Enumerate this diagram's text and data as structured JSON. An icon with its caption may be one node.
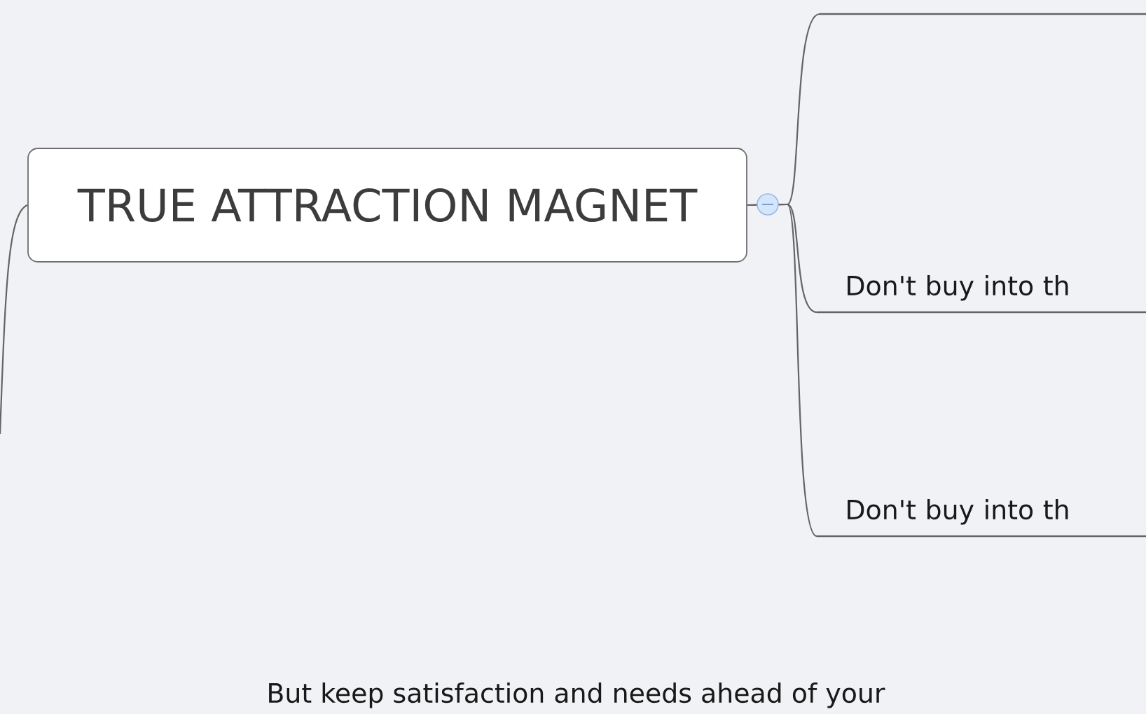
{
  "diagram": {
    "nodes": [
      {
        "text": [
          "TRUE ATTRACTION MAGNET"
        ]
      },
      {
        "text": [],
        "shape": "bar"
      },
      {
        "text": [
          "Don't buy into th"
        ]
      },
      {
        "text": [
          "Don't buy into th"
        ]
      }
    ],
    "edges": [
      {
        "from": null,
        "to": 0,
        "arrow": "none"
      },
      {
        "from": 0,
        "to": 1,
        "arrow": "none"
      },
      {
        "from": 0,
        "to": 2,
        "arrow": "none"
      },
      {
        "from": 0,
        "to": 3,
        "arrow": "none"
      }
    ],
    "labels": [
      "But keep satisfaction and needs ahead of your"
    ]
  }
}
